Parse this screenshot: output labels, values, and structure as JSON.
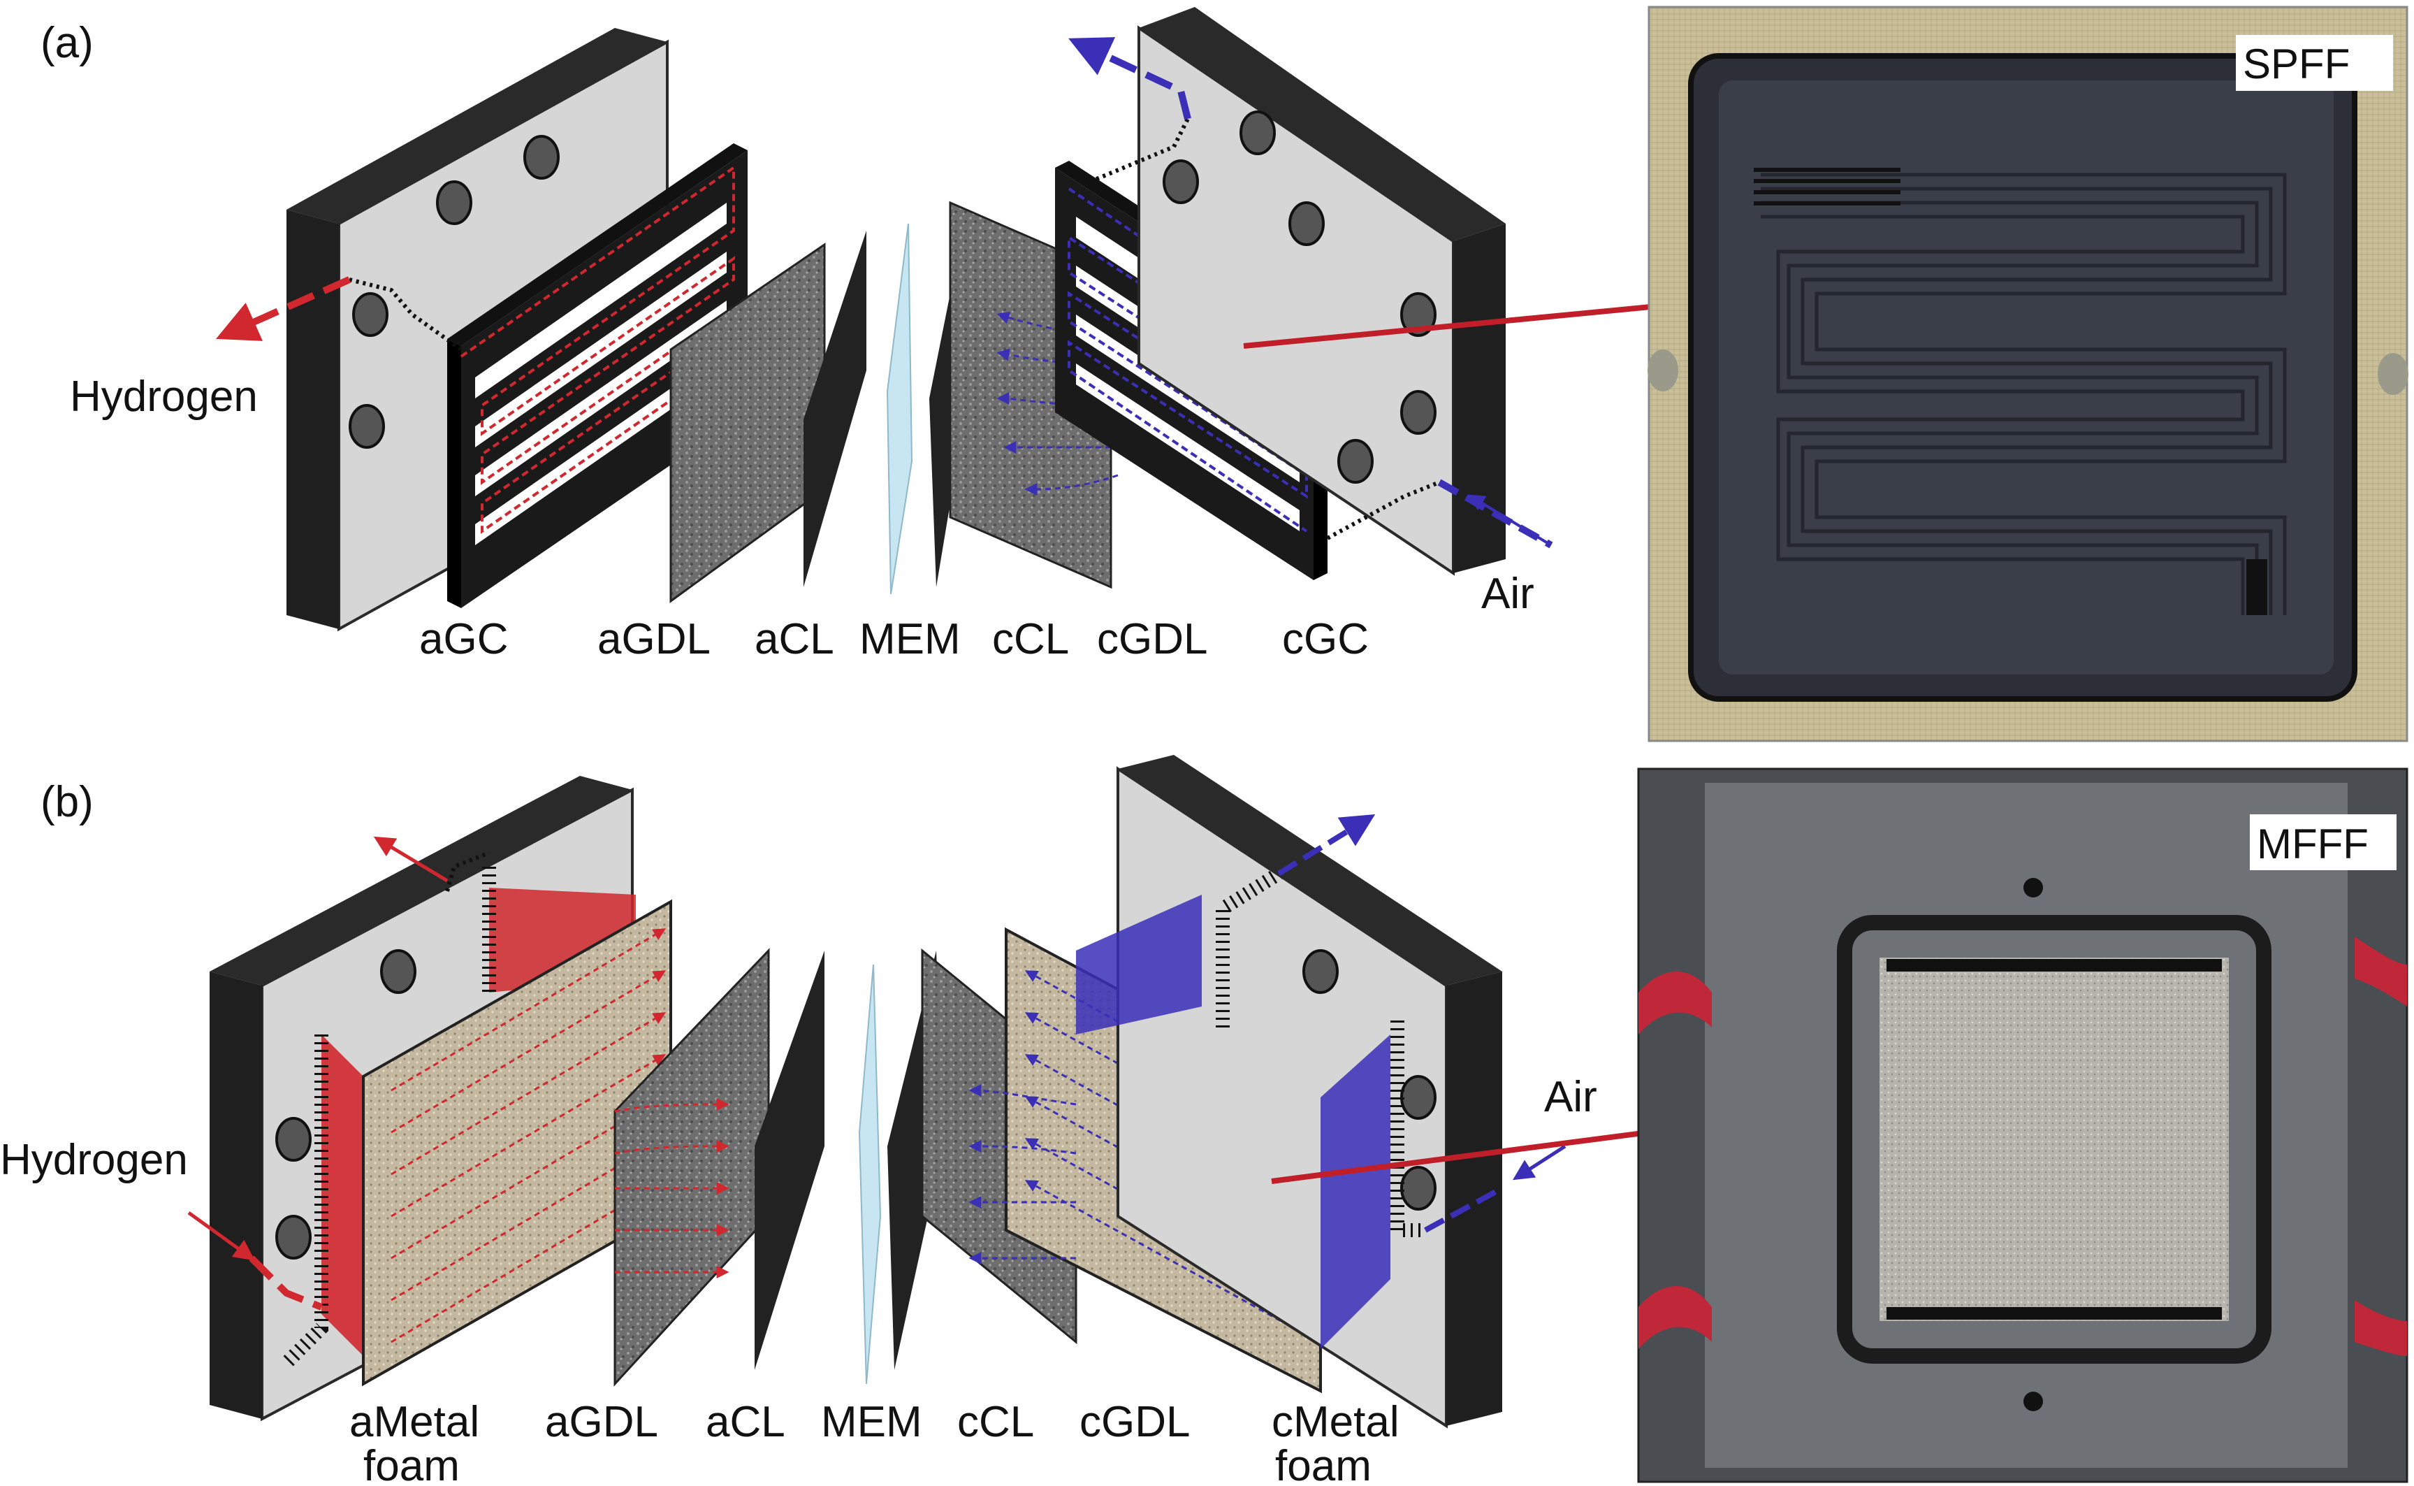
{
  "panel_a": {
    "tag": "(a)",
    "inlet_label": "Hydrogen",
    "outlet_label": "Air",
    "layer_labels": [
      "aGC",
      "aGDL",
      "aCL",
      "MEM",
      "cCL",
      "cGDL",
      "cGC"
    ],
    "photo_label": "SPFF"
  },
  "panel_b": {
    "tag": "(b)",
    "inlet_label": "Hydrogen",
    "outlet_label": "Air",
    "layer_labels": [
      "aMetal",
      "foam",
      "aGDL",
      "aCL",
      "MEM",
      "cCL",
      "cGDL",
      "cMetal",
      "foam"
    ],
    "photo_label": "MFFF"
  },
  "colors": {
    "hydrogen": "#d0282e",
    "air": "#3b2fb8",
    "plate_face": "#dcdcdc",
    "plate_edge": "#2a2a2a",
    "gdl": "#7a7a7a",
    "foam": "#c9bfa8",
    "membrane": "#bfe0ee"
  }
}
